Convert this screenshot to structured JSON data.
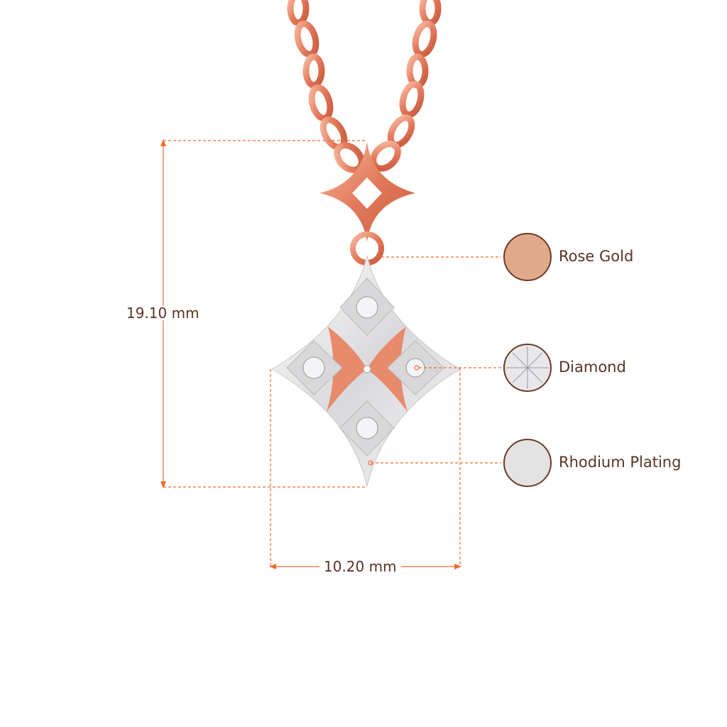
{
  "dimensions": {
    "height": "19.10 mm",
    "width": "10.20 mm"
  },
  "materials": [
    {
      "label": "Rose Gold",
      "swatch_color": "#e0a98a",
      "icon": "rose-gold-swatch"
    },
    {
      "label": "Diamond",
      "swatch_color": "#e8e8ea",
      "icon": "diamond-swatch"
    },
    {
      "label": "Rhodium Plating",
      "swatch_color": "#e3e3e3",
      "icon": "rhodium-swatch"
    }
  ],
  "colors": {
    "accent": "#f26b2d",
    "text": "#5a3324",
    "rose_gold_metal": "#e9876b",
    "white_metal": "#e6e6e8"
  }
}
